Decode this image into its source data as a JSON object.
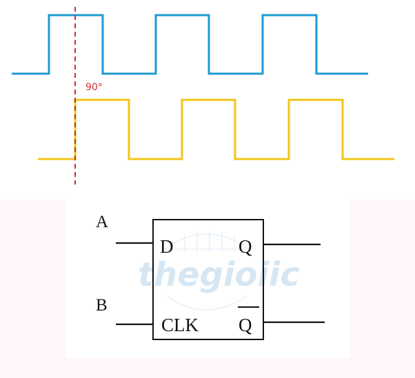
{
  "phase": {
    "label": "90°",
    "degrees": 90
  },
  "flipflop": {
    "input_a": "A",
    "input_b": "B",
    "pin_d": "D",
    "pin_clk": "CLK",
    "pin_q": "Q",
    "pin_qbar": "Q"
  },
  "watermark": {
    "text": "thegioiic"
  },
  "colors": {
    "signal_a": "#1e9bd0",
    "signal_b": "#f2c519",
    "phase_marker": "#c8302f",
    "panel_bg": "#fff7f7",
    "watermark": "#c9dff0"
  }
}
